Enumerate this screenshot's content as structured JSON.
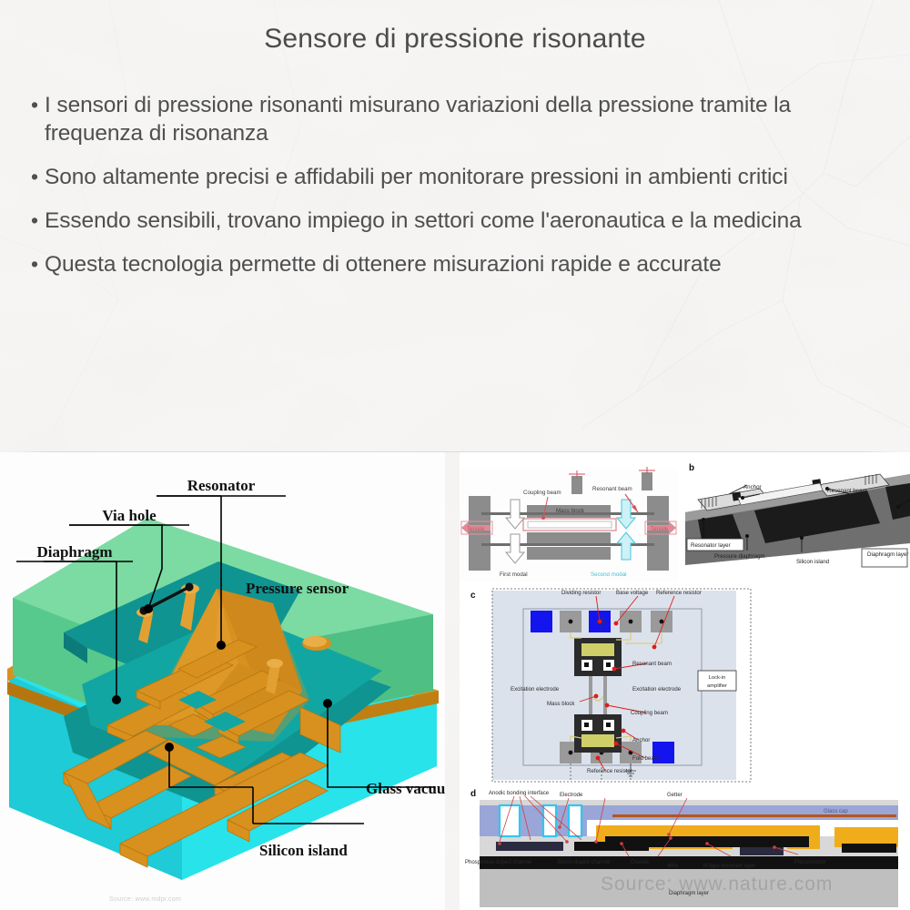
{
  "slide": {
    "title": "Sensore di pressione risonante",
    "bullet_marker": "•",
    "bullets": [
      "I sensori di pressione risonanti misurano variazioni della pressione tramite la frequenza di risonanza",
      "Sono altamente precisi e affidabili per monitorare pressioni in ambienti critici",
      "Essendo sensibili, trovano impiego in settori come l'aeronautica e la medicina",
      "Questa tecnologia permette di ottenere misurazioni rapide e accurate"
    ],
    "text_color": "#4f4f4f",
    "title_color": "#4b4b4b",
    "background_color": "#f8f7f6"
  },
  "figure_left": {
    "caption_labels": {
      "resonator": "Resonator",
      "via_hole": "Via hole",
      "diaphragm": "Diaphragm",
      "pressure_sensor": "Pressure sensor",
      "glass_vacuum_cap": "Glass vacuum cap",
      "silicon_island": "Silicon island"
    },
    "source_watermark": "Source: www.mdpi.com",
    "colors": {
      "cap_top": "#7bdba2",
      "cap_side": "#5fcf92",
      "cap_front": "#28e3ea",
      "cavity": "#0f9491",
      "metal": "#d8911f",
      "metal_dark": "#b6760f",
      "leader": "#000000"
    }
  },
  "figure_right": {
    "source_watermark": "Source: www.nature.com",
    "panel_a": {
      "labels": {
        "coupling_beam": "Coupling beam",
        "mass_block": "Mass block",
        "resonant_beam": "Resonant beam",
        "tensile_left": "Tensile",
        "tensile_right": "Tensile",
        "first_modal": "First modal",
        "second_modal": "Second modal"
      },
      "accent_color": "#e0808a",
      "second_modal_color": "#2fc8d8"
    },
    "panel_b": {
      "letter": "b",
      "labels": {
        "anchor": "Anchor",
        "resonant_beam": "Resonant beam",
        "resonator_layer": "Resonator layer",
        "pressure_diaphragm": "Pressure diaphragm",
        "silicon_island": "Silicon island",
        "diaphragm_layer": "Diaphragm layer"
      }
    },
    "panel_c": {
      "letter": "c",
      "labels": {
        "dividing_resistor": "Dividing resistor",
        "base_voltage": "Base voltage",
        "reference_resistor_top": "Reference resistor",
        "resonant_beam": "Resonant beam",
        "excitation_electrode_left": "Excitation electrode",
        "excitation_electrode_right": "Excitation electrode",
        "mass_block": "Mass block",
        "coupling_beam": "Coupling beam",
        "anchor": "Anchor",
        "fold_beam": "Fold beam",
        "reference_resistor_bottom": "Reference resistor",
        "lock_in_amplifier": "Lock-in amplifier"
      },
      "pad_color": "#1414ee",
      "board_color": "#dbe2ec",
      "leader_color": "#e01b1b"
    },
    "panel_d": {
      "letter": "d",
      "labels": {
        "anodic_bonding_interface": "Anodic bonding interface",
        "electrode": "Electrode",
        "getter": "Getter",
        "glass_cap": "Glass cap",
        "phosphorus_doped_channel": "Phosphorus-doped channel",
        "boron_doped_channel": "Boron-doped channel",
        "dioxide": "Dioxide",
        "wire": "Wire",
        "n_type_resonant_layer": "N-type resonant layer",
        "piezoresistor": "Piezoresistor",
        "diaphragm_layer": "Diaphragm layer"
      },
      "glass_color": "#9aa6d8",
      "gold_color": "#f0ad1b",
      "channel_cyan": "#31c6f0"
    }
  }
}
